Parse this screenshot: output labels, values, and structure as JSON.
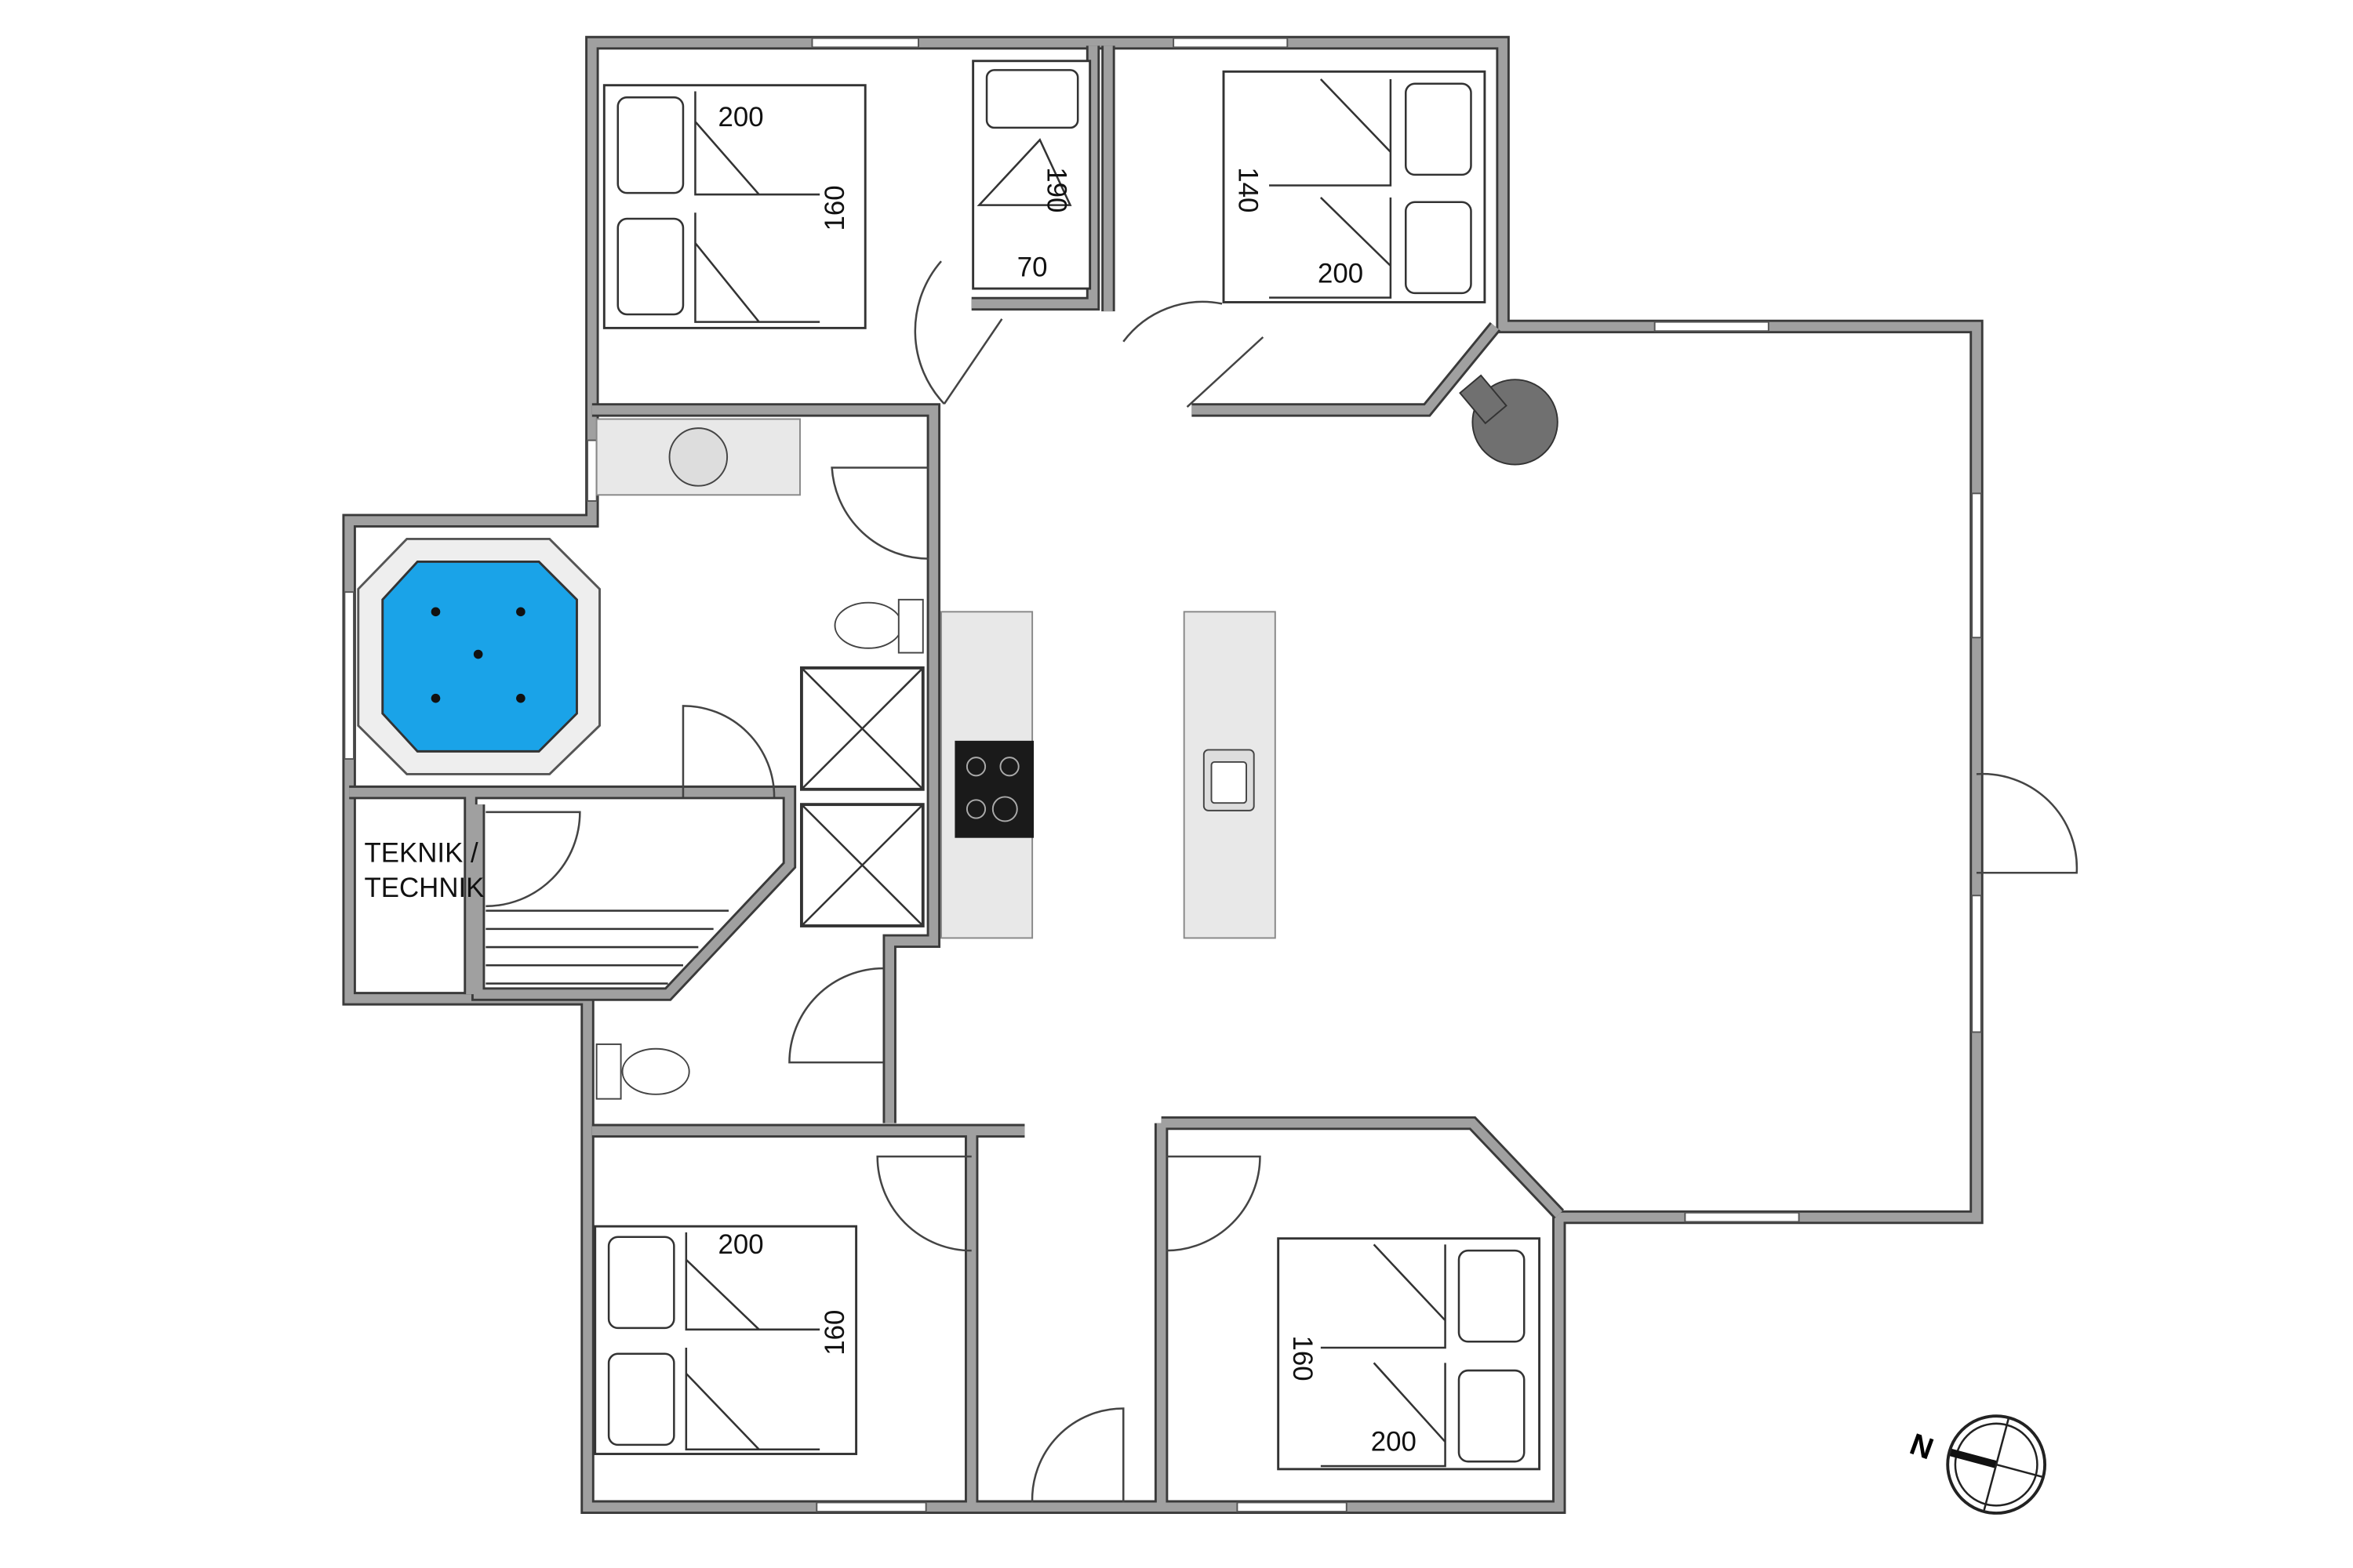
{
  "floorplan": {
    "room_labels": {
      "technik": [
        "TEKNIK /",
        "TECHNIK"
      ]
    },
    "bed_dimensions": {
      "bedroom_top_left": {
        "length": "200",
        "width": "160"
      },
      "bedroom_top_middle": {
        "length": "190",
        "width": "70"
      },
      "bedroom_top_right": {
        "length": "200",
        "width": "140"
      },
      "bedroom_bottom_left": {
        "length": "200",
        "width": "160"
      },
      "bedroom_bottom_right": {
        "length": "200",
        "width": "160"
      }
    },
    "compass": {
      "label": "N"
    },
    "colors": {
      "wall": "#a0a0a0",
      "wall_outline": "#3a3a3a",
      "spa_water": "#1aa3e8",
      "stove": "#1a1a1a",
      "stove_pipe": "#707070"
    }
  }
}
